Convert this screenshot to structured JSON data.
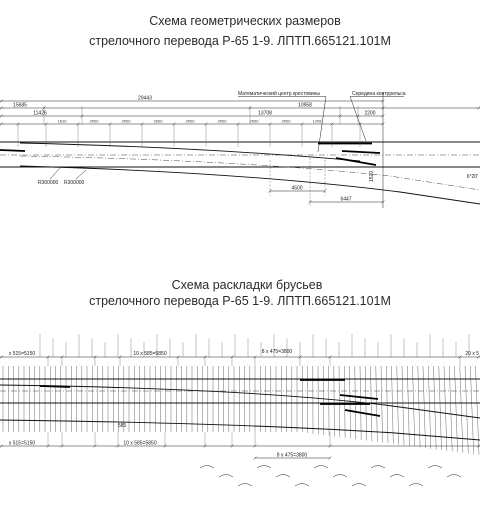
{
  "geometry_scheme": {
    "title_line1": "Схема геометрических размеров",
    "title_line2": "стрелочного перевода Р-65 1-9. ЛПТП.665121.101М",
    "callout_crossing_center": "Математический центр крестовины",
    "callout_guard_rail_middle": "Середина контррельса",
    "dim_total": "29443",
    "dim_front": "15685",
    "dim_rear": "10958",
    "dim_a": "11426",
    "dim_b": "13708",
    "dim_c": "2200",
    "dim_d": "4500",
    "dim_e": "6447",
    "spacings": [
      "1610",
      "2500",
      "2500",
      "2600",
      "2500",
      "2500",
      "2500",
      "2500",
      "1208"
    ],
    "radius_1": "R300000",
    "radius_2": "R300000",
    "gauge": "1520",
    "angle": "6°20'"
  },
  "ties_scheme": {
    "title_line1": "Схема раскладки брусьев",
    "title_line2": "стрелочного перевода Р-65 1-9. ЛПТП.665121.101М",
    "top_dims": [
      "x 515=5150",
      "10 x 585=5850",
      "8 x 475=3800",
      "20 x 5"
    ],
    "bottom_dims": [
      "x 515=5150",
      "10 x 585=5850",
      "8 x 475=3800"
    ],
    "spacing_label": "585"
  }
}
